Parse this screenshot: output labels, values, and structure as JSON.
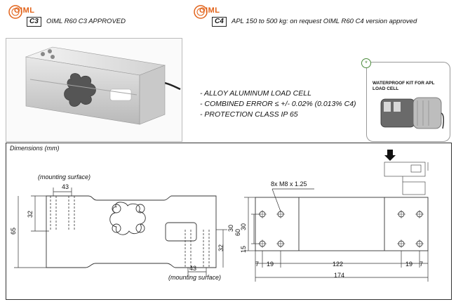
{
  "header": {
    "left": {
      "logo": "OIML",
      "badge": "C3",
      "text": "OIML R60 C3 APPROVED"
    },
    "right": {
      "logo": "OIML",
      "badge": "C4",
      "text": "APL 150 to 500 kg: on request OIML R60 C4 version approved"
    }
  },
  "features": [
    "- ALLOY ALUMINUM LOAD CELL",
    "- COMBINED ERROR ≤ +/- 0.02% (0.013% C4)",
    "- PROTECTION CLASS IP 65"
  ],
  "waterproof_kit": {
    "title_line1": "WATERPROOF KIT FOR APL",
    "title_line2": "LOAD CELL",
    "marker": "*"
  },
  "dimensions": {
    "title": "Dimensions (mm)",
    "mounting_top": "(mounting surface)",
    "mounting_bottom": "(mounting surface)",
    "dim_43_top": "43",
    "dim_32_left": "32",
    "dim_65": "65",
    "dim_30_right": "30",
    "dim_32_right": "32",
    "dim_43_bottom": "43",
    "thread": "8x M8 x 1.25",
    "dim_60": "60",
    "dim_30": "30",
    "dim_15": "15",
    "dim_7_left": "7",
    "dim_19_left": "19",
    "dim_122": "122",
    "dim_19_right": "19",
    "dim_7_right": "7",
    "dim_174": "174"
  },
  "colors": {
    "oiml_orange": "#e2631a",
    "line": "#333333"
  }
}
